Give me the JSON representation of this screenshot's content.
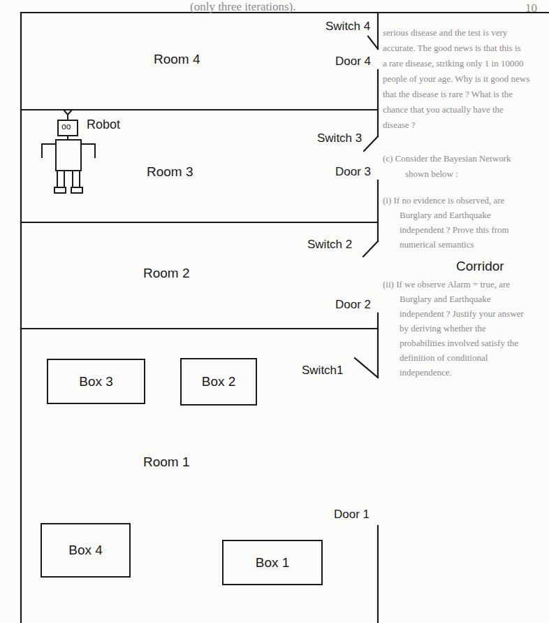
{
  "diagram": {
    "nodes": [
      {
        "text": [
          "Room 4"
        ]
      },
      {
        "text": [
          "Room 3"
        ]
      },
      {
        "text": [
          "Room 2"
        ]
      },
      {
        "text": [
          "Room 1"
        ]
      },
      {
        "text": [
          "Box 3"
        ],
        "in": 3
      },
      {
        "text": [
          "Box 2"
        ],
        "in": 3
      },
      {
        "text": [
          "Box 4"
        ],
        "in": 3
      },
      {
        "text": [
          "Box 1"
        ],
        "in": 3
      },
      {
        "text": [
          "Corridor"
        ]
      }
    ],
    "labels": [
      "(only three iterations).",
      "10",
      "Switch 4",
      "Door 4",
      "Robot",
      "oo",
      "Switch 3",
      "Door 3",
      "Switch 2",
      "Door 2",
      "Switch1",
      "Door 1",
      "serious disease and the test is very",
      "accurate. The good news is that this is",
      "a rare disease, striking only 1 in 10000",
      "people of your age. Why is it good news",
      "that the disease is rare ? What is the",
      "chance that you actually have the",
      "disease ?",
      "(c) Consider the Bayesian Network",
      "shown below :",
      "(i) If no evidence is observed, are",
      "Burglary and Earthquake",
      "independent ? Prove this from",
      "numerical semantics",
      "(ii) If we observe Alarm = true, are",
      "Burglary and Earthquake",
      "independent ? Justify your answer",
      "by deriving whether the",
      "probabilities involved satisfy the",
      "definition of conditional",
      "independence."
    ]
  }
}
